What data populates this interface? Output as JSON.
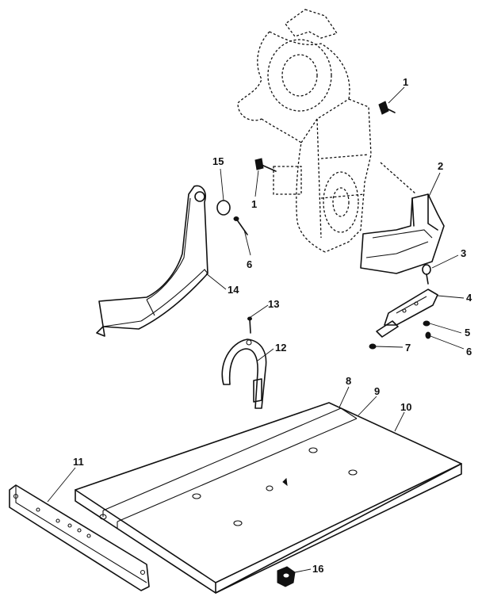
{
  "callouts": {
    "c1a": "1",
    "c1b": "1",
    "c2": "2",
    "c3": "3",
    "c4": "4",
    "c5": "5",
    "c6a": "6",
    "c6b": "6",
    "c7": "7",
    "c8": "8",
    "c9": "9",
    "c10": "10",
    "c11": "11",
    "c12": "12",
    "c13": "13",
    "c14": "14",
    "c15": "15",
    "c16": "16"
  }
}
